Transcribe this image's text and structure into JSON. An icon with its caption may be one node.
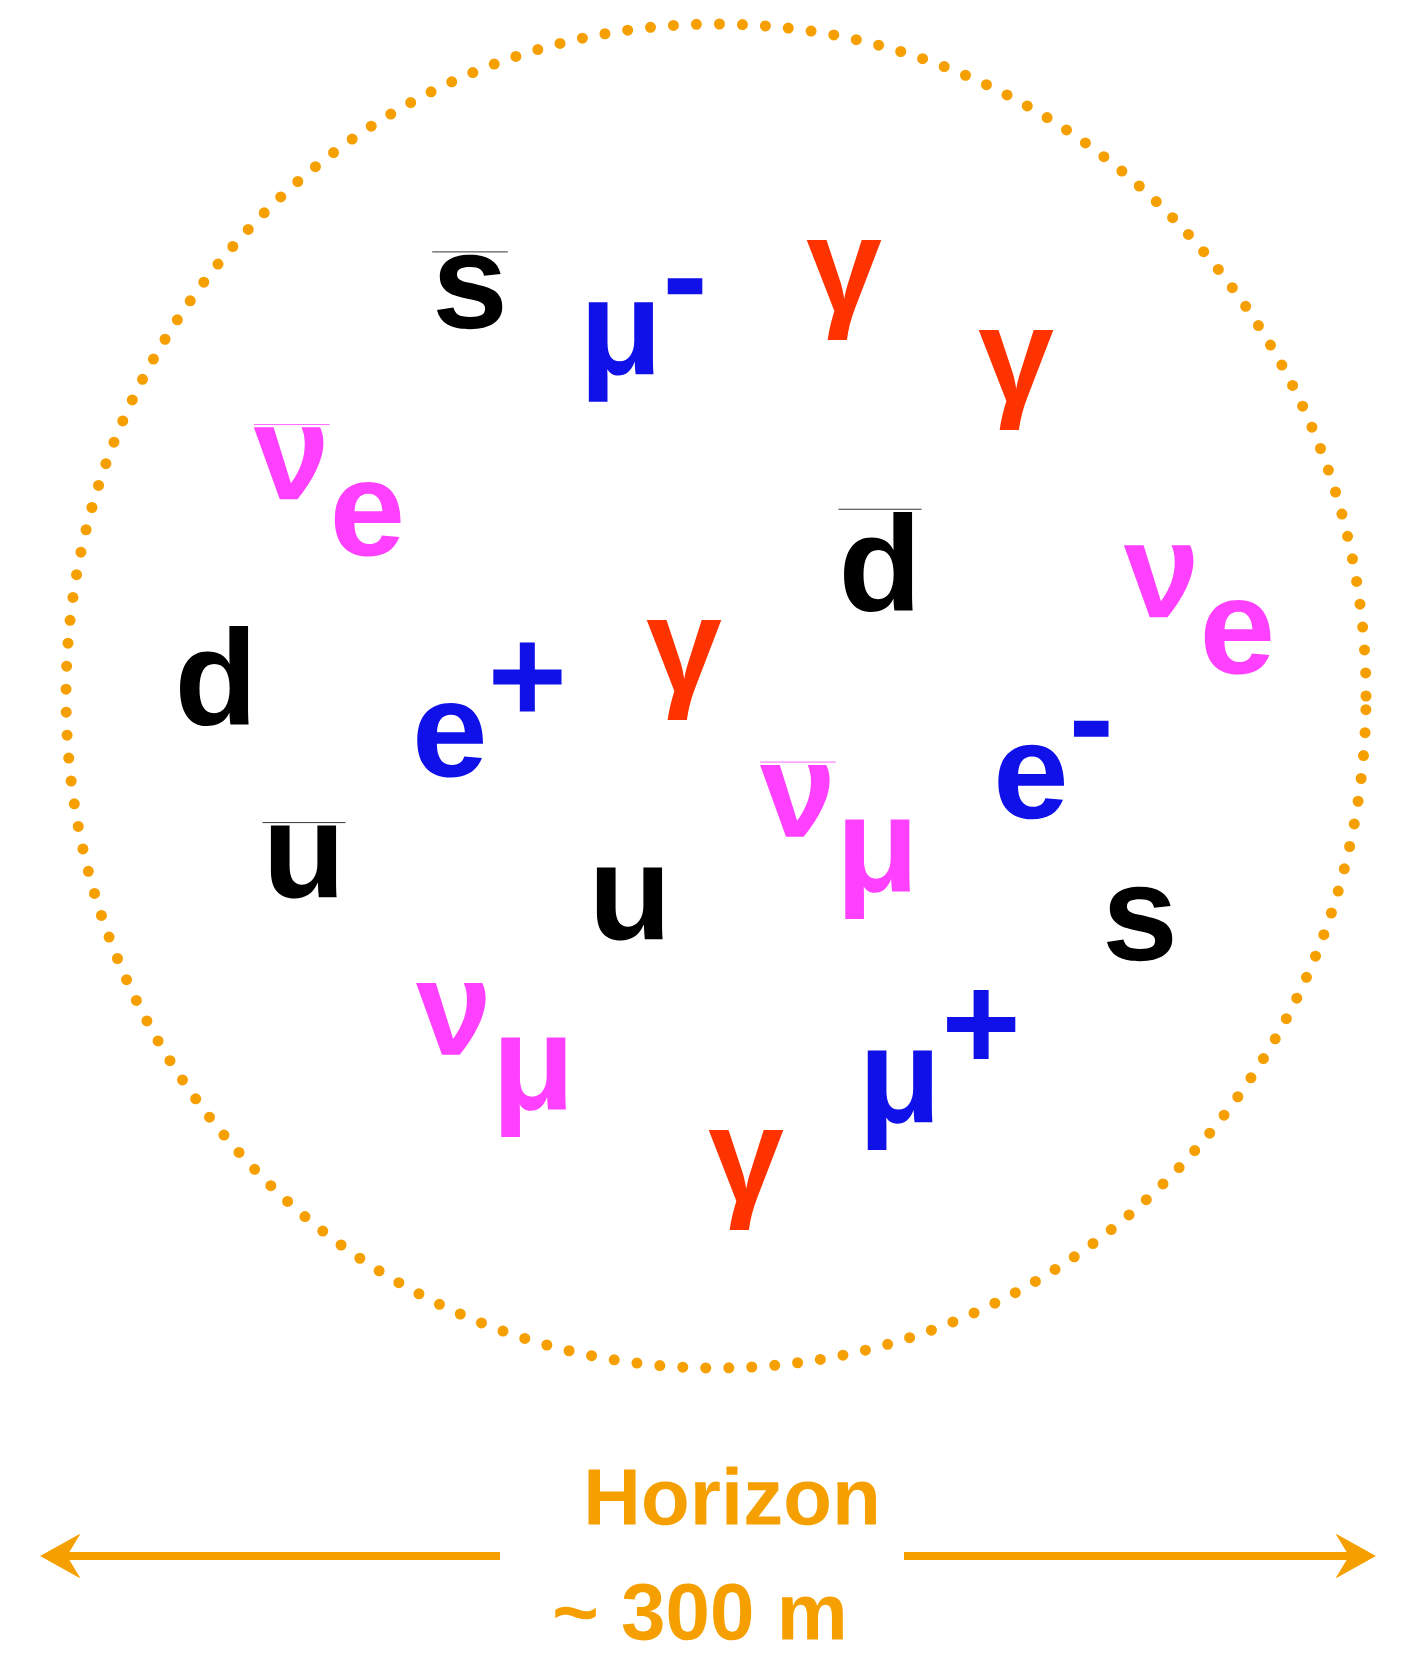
{
  "diagram": {
    "nodes": [
      {
        "text": [],
        "shape": "circle"
      }
    ],
    "edges": [],
    "labels": [
      "\\overline{\\textbf{s}}",
      "\\textbf{μ}^{\\textbf{-}}",
      "\\textbf{γ}",
      "\\textbf{γ}",
      "\\overline{\\textbf{ν}}_{\\textbf{e}}",
      "\\overline{\\textbf{d}}",
      "\\textbf{ν}_{\\textbf{e}}",
      "\\textbf{d}",
      "\\textbf{e}^{\\textbf{+}}",
      "\\textbf{γ}",
      "\\textbf{e}^{\\textbf{-}}",
      "\\overline{\\textbf{u}}",
      "\\textbf{u}",
      "\\overline{\\textbf{ν}}_{\\textbf{μ}}",
      "\\textbf{s}",
      "\\textbf{ν}_{\\textbf{μ}}",
      "\\textbf{μ}^{\\textbf{+}}",
      "\\textbf{γ}",
      "Horizon",
      "~ 300 m"
    ]
  }
}
